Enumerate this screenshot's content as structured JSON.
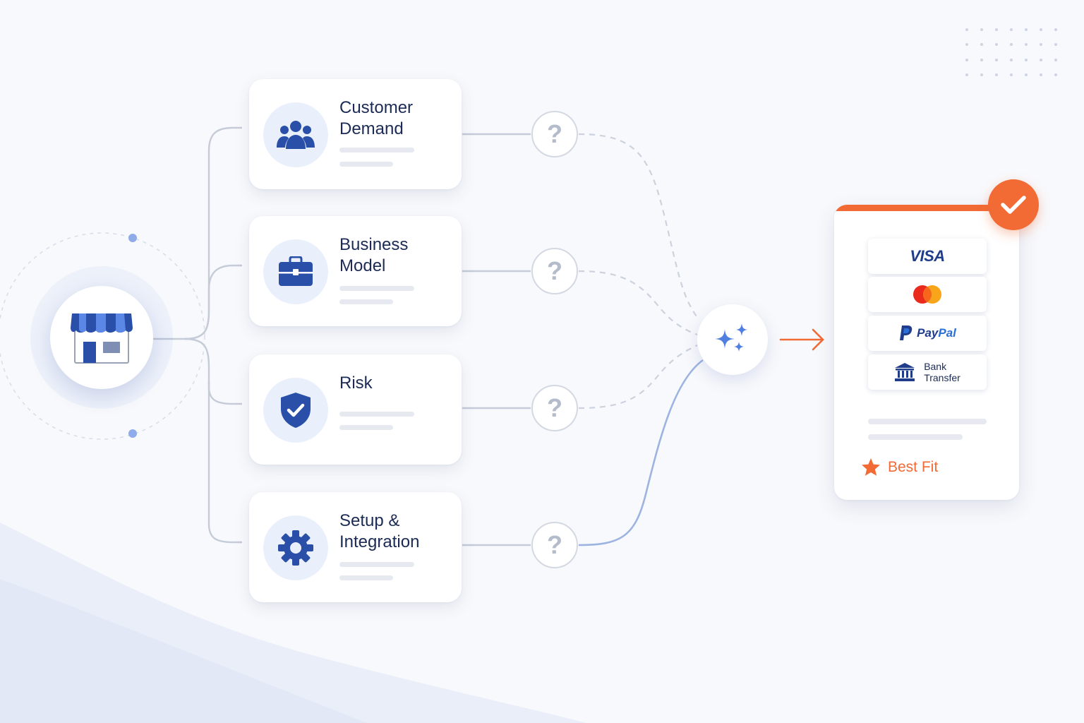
{
  "store": {
    "icon": "storefront-icon"
  },
  "factors": [
    {
      "title_line1": "Customer",
      "title_line2": "Demand",
      "icon": "users-icon"
    },
    {
      "title_line1": "Business",
      "title_line2": "Model",
      "icon": "briefcase-icon"
    },
    {
      "title_line1": "Risk",
      "title_line2": "",
      "icon": "shield-check-icon"
    },
    {
      "title_line1": "Setup &",
      "title_line2": "Integration",
      "icon": "gear-icon"
    }
  ],
  "question_mark": "?",
  "hub": {
    "icon": "sparkles-icon"
  },
  "result": {
    "methods": [
      {
        "label": "VISA",
        "icon": "visa-logo"
      },
      {
        "label": "",
        "icon": "mastercard-logo"
      },
      {
        "label_a": "Pay",
        "label_b": "Pal",
        "icon": "paypal-logo"
      },
      {
        "label_line1": "Bank",
        "label_line2": "Transfer",
        "icon": "bank-icon"
      }
    ],
    "badge_label": "Best Fit",
    "badge_icon": "star-icon",
    "check_icon": "check-icon"
  },
  "colors": {
    "navy": "#1b2b55",
    "brand_blue": "#2a4fa8",
    "accent_orange": "#f26a34",
    "connector_gray": "#c5cbd8",
    "connector_blue": "#9db4e2"
  }
}
